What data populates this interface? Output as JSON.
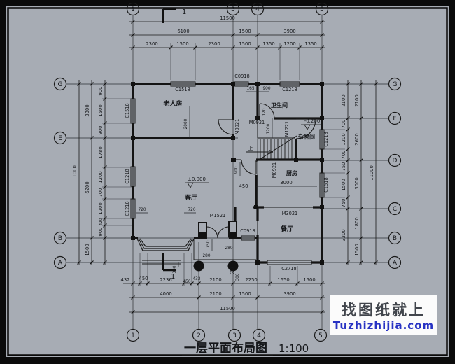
{
  "title": {
    "text": "一层平面布局图",
    "scale": "1:100"
  },
  "watermark": {
    "line1": "找图纸就上",
    "line2": "Tuzhizhijia.com",
    "bg": "#fbfbfb",
    "text_color": "#41454c",
    "url_color": "#2732c3"
  },
  "colors": {
    "paper": "#a7acb4",
    "line": "#1a1a1a",
    "wall": "#141414",
    "frame": "#0a0a0a"
  },
  "axes": {
    "top": [
      "1",
      "3",
      "4",
      "5"
    ],
    "bottom": [
      "1",
      "2",
      "3",
      "4",
      "5"
    ],
    "left": [
      "G",
      "E",
      "B",
      "A"
    ],
    "right": [
      "G",
      "F",
      "D",
      "C",
      "B",
      "A"
    ]
  },
  "dims": {
    "top_total": "11500",
    "top_mid": [
      "6100",
      "1500",
      "3900"
    ],
    "top_inner": [
      "2300",
      "1500",
      "2300",
      "1500",
      "1350",
      "1200",
      "1350"
    ],
    "bottom_inner": [
      "432",
      "450",
      "2236",
      "450",
      "432",
      "2100",
      "2250",
      "1650",
      "1500"
    ],
    "bottom_mid": [
      "4000",
      "2100",
      "1500",
      "3900"
    ],
    "bottom_total": "11500",
    "left_inner": [
      "900",
      "1500",
      "900",
      "1780",
      "1200",
      "700",
      "1200",
      "420",
      "900"
    ],
    "left_mid": [
      "3300",
      "6200",
      "1500"
    ],
    "left_total": "11000",
    "right_inner": [
      "2100",
      "700",
      "1200",
      "700",
      "750",
      "1500",
      "750"
    ],
    "right_mid": [
      "2100",
      "2600",
      "3000"
    ],
    "right_lower": [
      "1800",
      "1500",
      "3300"
    ],
    "right_total": "11000"
  },
  "rooms": {
    "elder": "老人房",
    "bath": "卫生间",
    "storage": "杂物间",
    "kitchen": "厨房",
    "living": "客厅",
    "dining": "餐厅"
  },
  "openings": {
    "top_c1518": "C1518",
    "top_c0918": "C0918",
    "top_c1218": "C1218",
    "west_c1518": "C1518",
    "west_c1218a": "C1218",
    "west_c1218b": "C1218",
    "east_c1218": "C1218",
    "east_c1518": "C1518",
    "entry_c0918": "C0918",
    "dining_c2718": "C2718",
    "door_m1521": "M1521",
    "door_m3021": "M3021",
    "elder_m0921": "M0921",
    "bath_m0921": "M0921",
    "storage_m1221": "M1221",
    "kitchen_m0921": "M0921"
  },
  "inplan": {
    "elder_door": "2000",
    "bath_a": "165",
    "bath_b": "900",
    "bath_c": "120",
    "stair_w": "1200",
    "kitchen_opening": "900",
    "kitchen_w": "3000",
    "kitchen_off": "450",
    "bay_l": "720",
    "bay_r": "720",
    "porch_d": "750",
    "porch_a": "280",
    "porch_b": "280",
    "step": "300",
    "col_a": "550",
    "col_b": "300"
  },
  "levels": {
    "living": "±0.000",
    "storage": "-0.200"
  },
  "stairs": {
    "up": "上"
  },
  "section": {
    "mark": "1"
  }
}
